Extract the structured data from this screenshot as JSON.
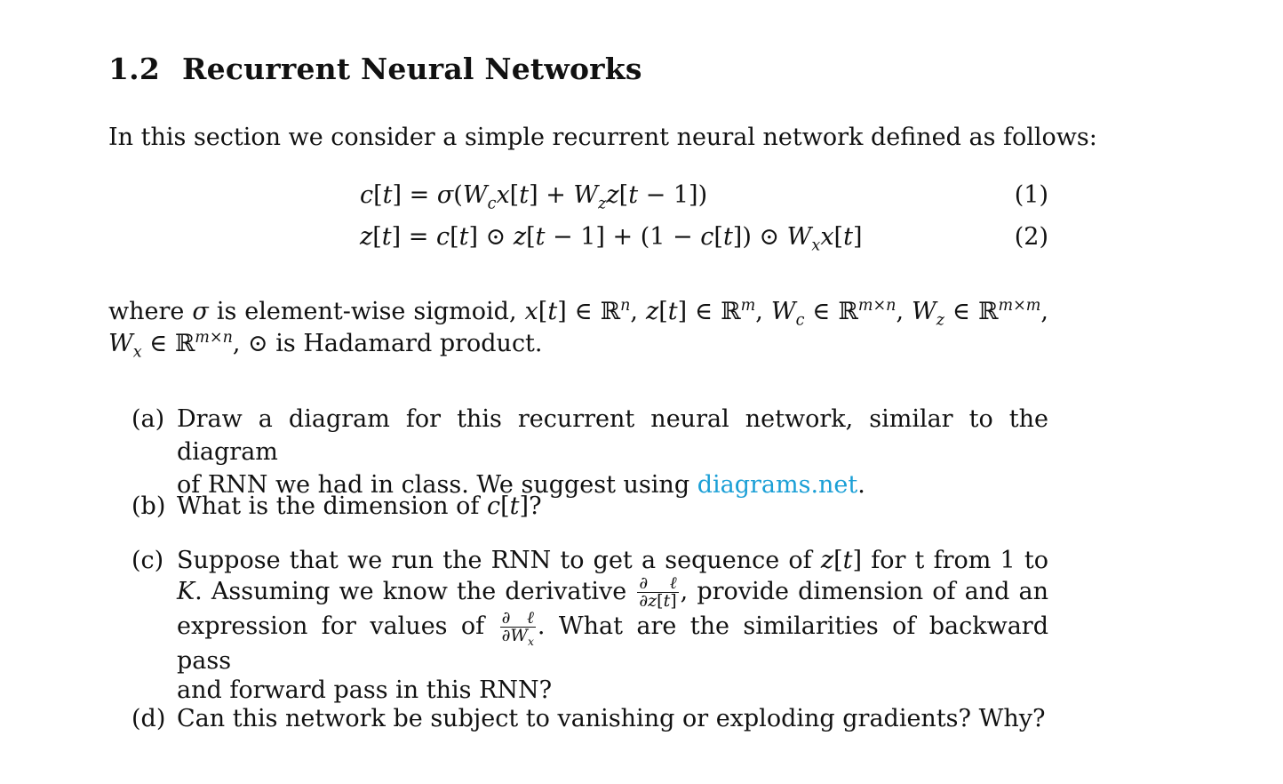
{
  "section": {
    "number": "1.2",
    "title": "Recurrent Neural Networks"
  },
  "intro": "In this section we consider a simple recurrent neural network defined as follows:",
  "equations": [
    {
      "tag": "(1)"
    },
    {
      "tag": "(2)"
    }
  ],
  "definitions": {
    "where": "where",
    "is_sigmoid": "is element-wise sigmoid,",
    "hadamard": "is Hadamard product."
  },
  "questions": {
    "a": {
      "label": "(a)",
      "line1": "Draw a diagram for this recurrent neural network, similar to the diagram",
      "line2_pre": "of RNN we had in class. We suggest using",
      "link_text": "diagrams.net",
      "line2_post": "."
    },
    "b": {
      "label": "(b)",
      "text_pre": "What is the dimension of",
      "text_post": "?"
    },
    "c": {
      "label": "(c)",
      "l1_pre": "Suppose that we run the RNN to get a sequence of",
      "l1_post": "for t from 1 to",
      "l2_pre": ". Assuming we know the derivative",
      "l2_post": ", provide dimension of and an",
      "l3_pre": "expression for values of",
      "l3_post": ". What are the similarities of backward pass",
      "l4": "and forward pass in this RNN?"
    },
    "d": {
      "label": "(d)",
      "text": "Can this network be subject to vanishing or exploding gradients? Why?"
    }
  }
}
